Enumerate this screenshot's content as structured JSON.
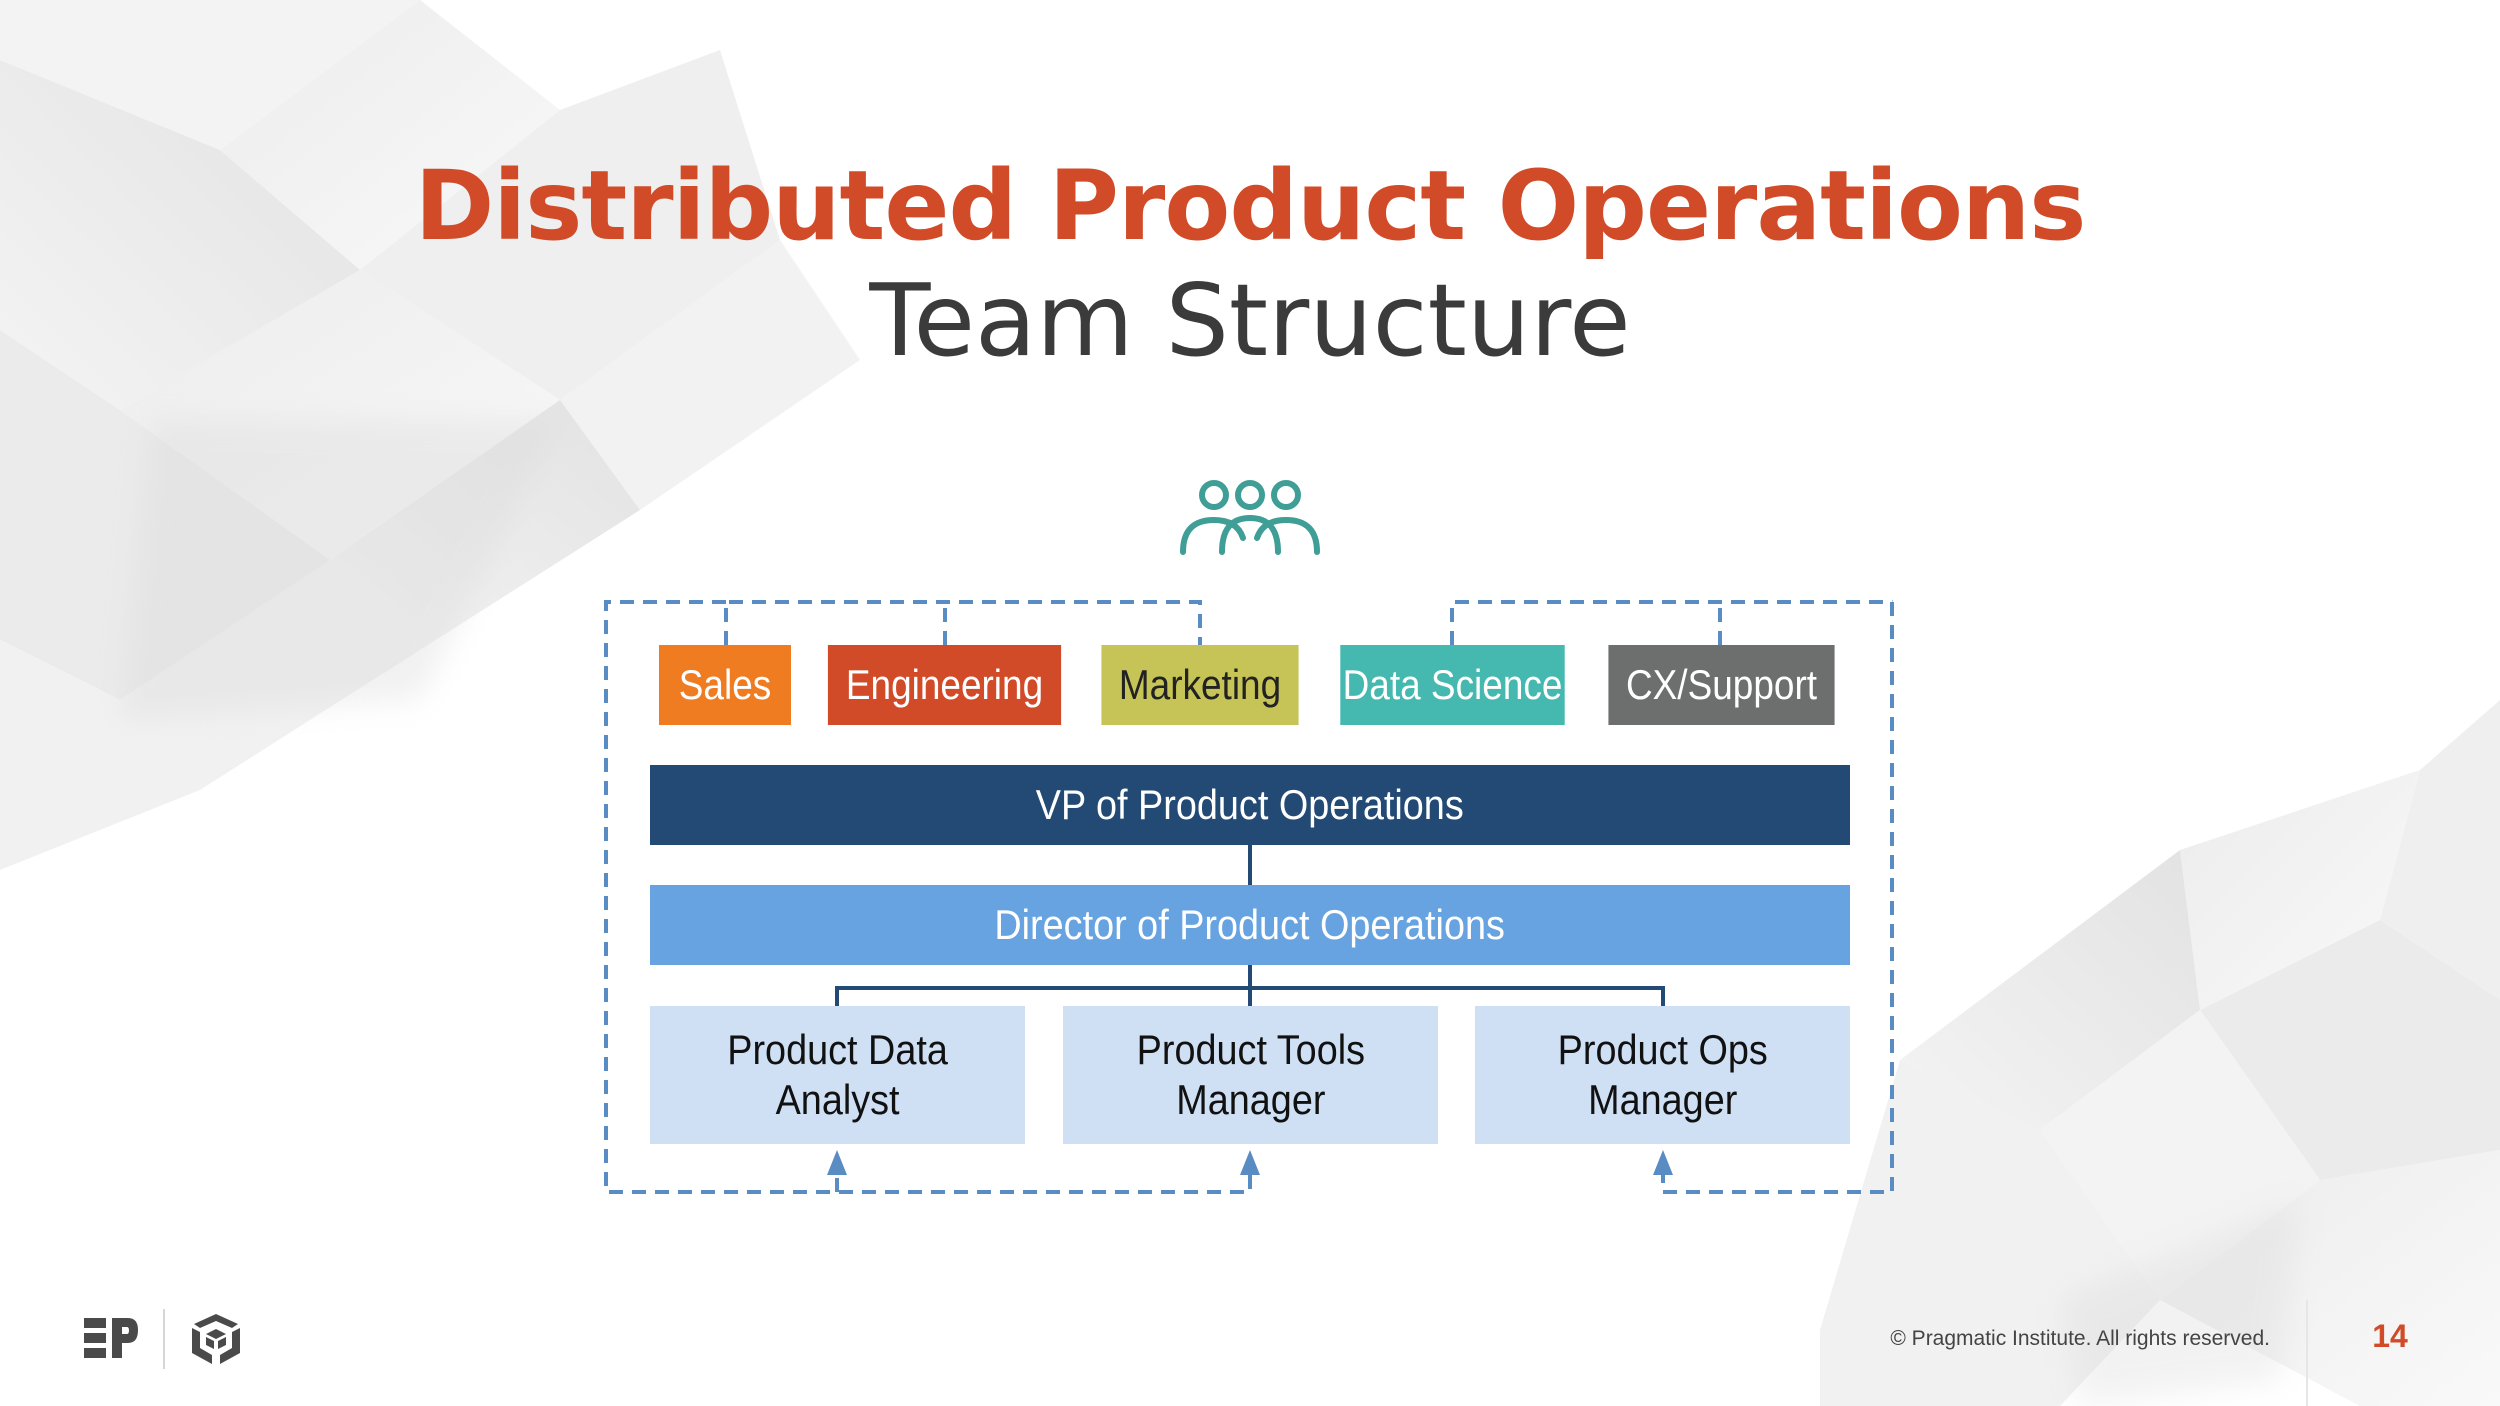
{
  "slide": {
    "title": "Distributed Product Operations",
    "subtitle": "Team Structure",
    "page_number": "14",
    "copyright": "© Pragmatic Institute. All rights reserved."
  },
  "colors": {
    "title": "#d14b28",
    "sales": "#f07c22",
    "engineering": "#d14b28",
    "marketing": "#c6c456",
    "data_science": "#45b8b0",
    "cx_support": "#6d6e6e",
    "vp": "#234a74",
    "director": "#66a3e0",
    "role": "#cfe0f5",
    "dashed_line": "#5a8cc4",
    "team_icon": "#3f9e96"
  },
  "icons": [
    "team-icon",
    "pragmatic-logo-icon",
    "cube-logo-icon"
  ],
  "departments": [
    {
      "label": "Sales",
      "color": "#f07c22"
    },
    {
      "label": "Engineering",
      "color": "#d14b28"
    },
    {
      "label": "Marketing",
      "color": "#c6c456",
      "text_color": "#222222"
    },
    {
      "label": "Data Science",
      "color": "#45b8b0"
    },
    {
      "label": "CX/Support",
      "color": "#6d6e6e"
    }
  ],
  "vp": {
    "label": "VP of Product Operations"
  },
  "director": {
    "label": "Director of Product Operations"
  },
  "roles": [
    {
      "line1": "Product Data",
      "line2": "Analyst"
    },
    {
      "line1": "Product Tools",
      "line2": "Manager"
    },
    {
      "line1": "Product Ops",
      "line2": "Manager"
    }
  ]
}
